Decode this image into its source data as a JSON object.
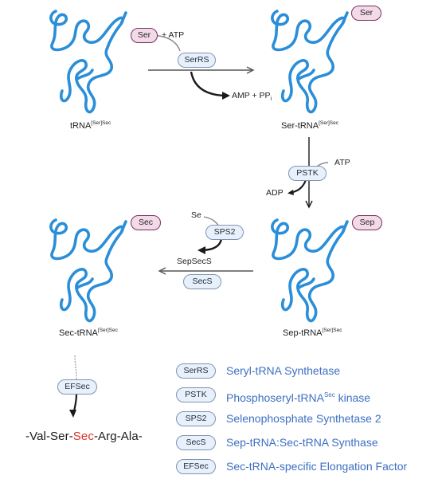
{
  "trna_labels": {
    "free": {
      "base": "tRNA",
      "sup": "[Ser]Sec"
    },
    "ser": {
      "base": "Ser-tRNA",
      "sup": "[Ser]Sec"
    },
    "sep": {
      "base": "Sep-tRNA",
      "sup": "[Ser]Sec"
    },
    "sec": {
      "base": "Sec-tRNA",
      "sup": "[Ser]Sec"
    }
  },
  "amino_acid_tags": {
    "ser": "Ser",
    "sep": "Sep",
    "sec": "Sec",
    "ser_input": "Ser"
  },
  "step1": {
    "plus_atp": "+ ATP",
    "enzyme": "SerRS",
    "products": "AMP + PP",
    "products_sub": "i"
  },
  "step2": {
    "atp": "ATP",
    "enzyme": "PSTK",
    "adp": "ADP"
  },
  "step3": {
    "se": "Se",
    "sps2": "SPS2",
    "sepsecs": "SepSecS",
    "secs": "SecS"
  },
  "step4": {
    "enzyme": "EFSec"
  },
  "peptide": {
    "before": "-Val-Ser-",
    "sec": "Sec",
    "after": "-Arg-Ala-"
  },
  "legend": [
    {
      "abbr": "SerRS",
      "name": "Seryl-tRNA Synthetase",
      "name_sup": "",
      "name_after": ""
    },
    {
      "abbr": "PSTK",
      "name": "Phosphoseryl-tRNA",
      "name_sup": "Sec",
      "name_after": " kinase"
    },
    {
      "abbr": "SPS2",
      "name": "Selenophosphate Synthetase 2",
      "name_sup": "",
      "name_after": ""
    },
    {
      "abbr": "SecS",
      "name": "Sep-tRNA:Sec-tRNA Synthase",
      "name_sup": "",
      "name_after": ""
    },
    {
      "abbr": "EFSec",
      "name": "Sec-tRNA-specific Elongation Factor",
      "name_sup": "",
      "name_after": ""
    }
  ],
  "colors": {
    "trna": "#2a8ed8",
    "enzyme_fill": "#e8f0fb",
    "enzyme_border": "#7f94b3",
    "aa_fill": "#f1dbe8",
    "aa_border": "#7e2c5e",
    "legend_text": "#3d6fc2",
    "sec_highlight": "#d9342b",
    "arrow": "#1a1a1a"
  }
}
